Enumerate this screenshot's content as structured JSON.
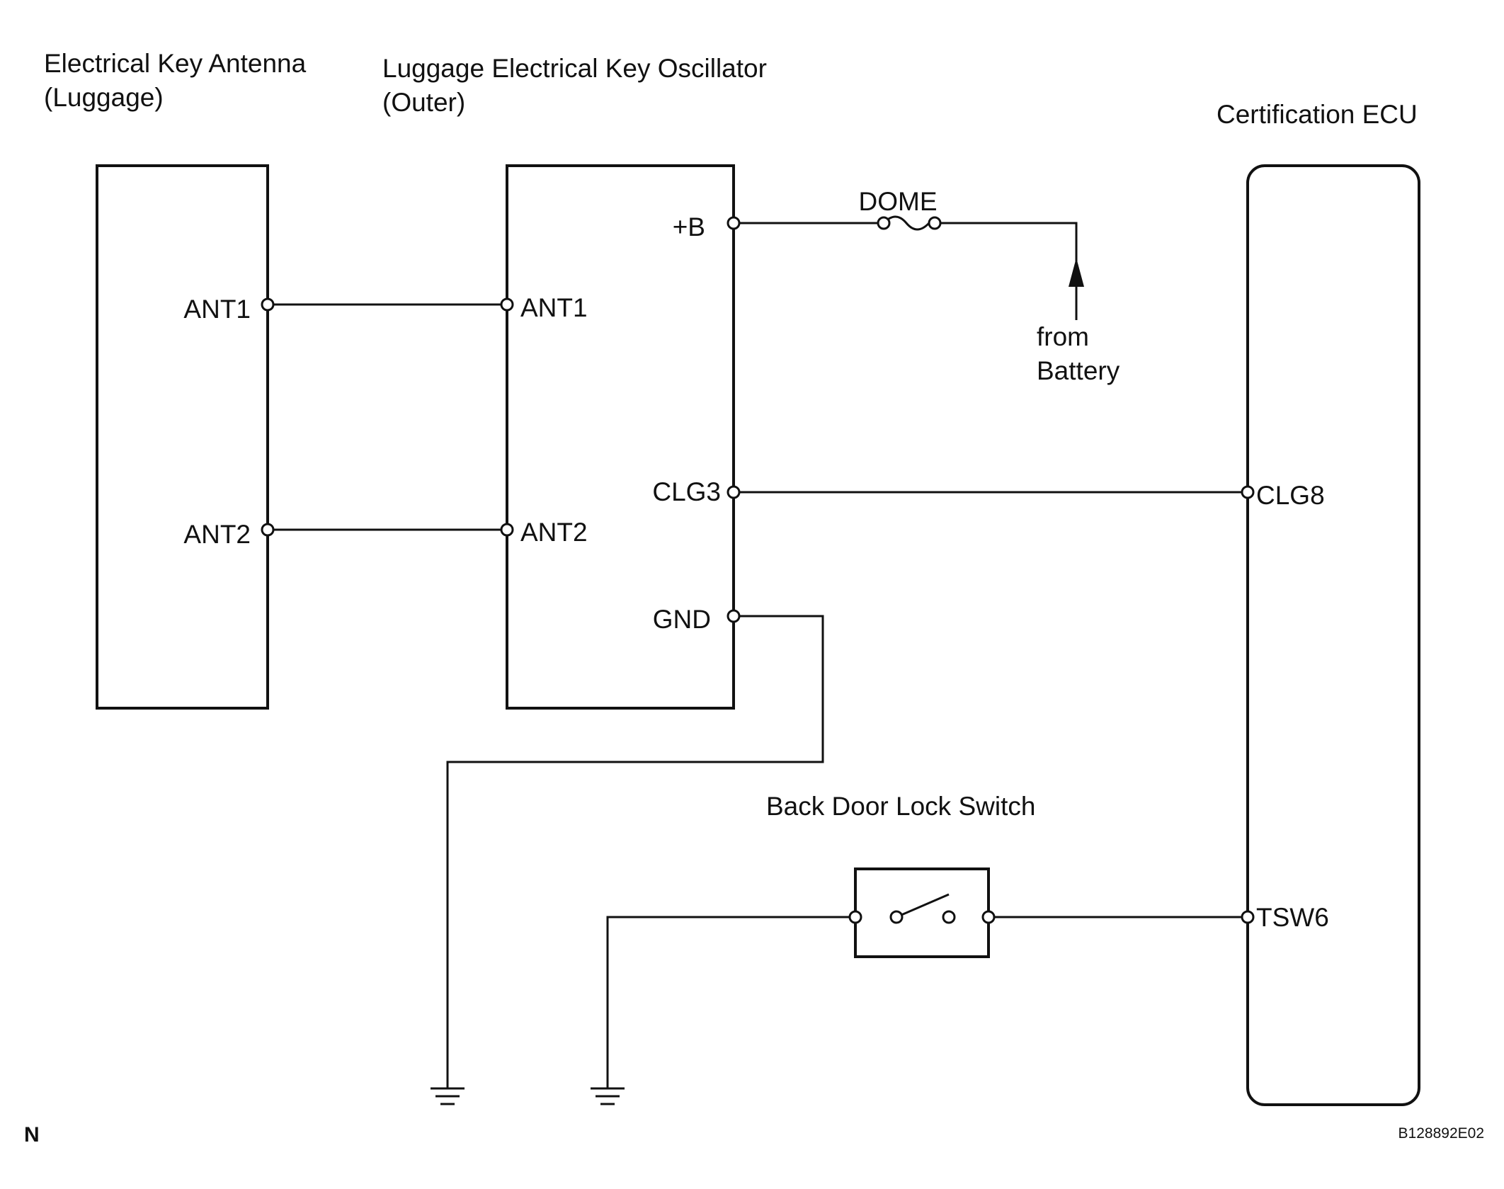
{
  "components": {
    "antenna": {
      "title_line1": "Electrical Key Antenna",
      "title_line2": "(Luggage)",
      "pins": [
        "ANT1",
        "ANT2"
      ]
    },
    "oscillator": {
      "title_line1": "Luggage Electrical Key Oscillator",
      "title_line2": "(Outer)",
      "pins": [
        "+B",
        "ANT1",
        "ANT2",
        "CLG3",
        "GND"
      ]
    },
    "ecu": {
      "title": "Certification ECU",
      "pins": [
        "CLG8",
        "TSW6"
      ]
    }
  },
  "fuse": {
    "label": "DOME"
  },
  "battery": {
    "line1": "from",
    "line2": "Battery"
  },
  "switch": {
    "label": "Back Door Lock Switch"
  },
  "footer": {
    "corner_mark": "N",
    "code": "B128892E02"
  }
}
